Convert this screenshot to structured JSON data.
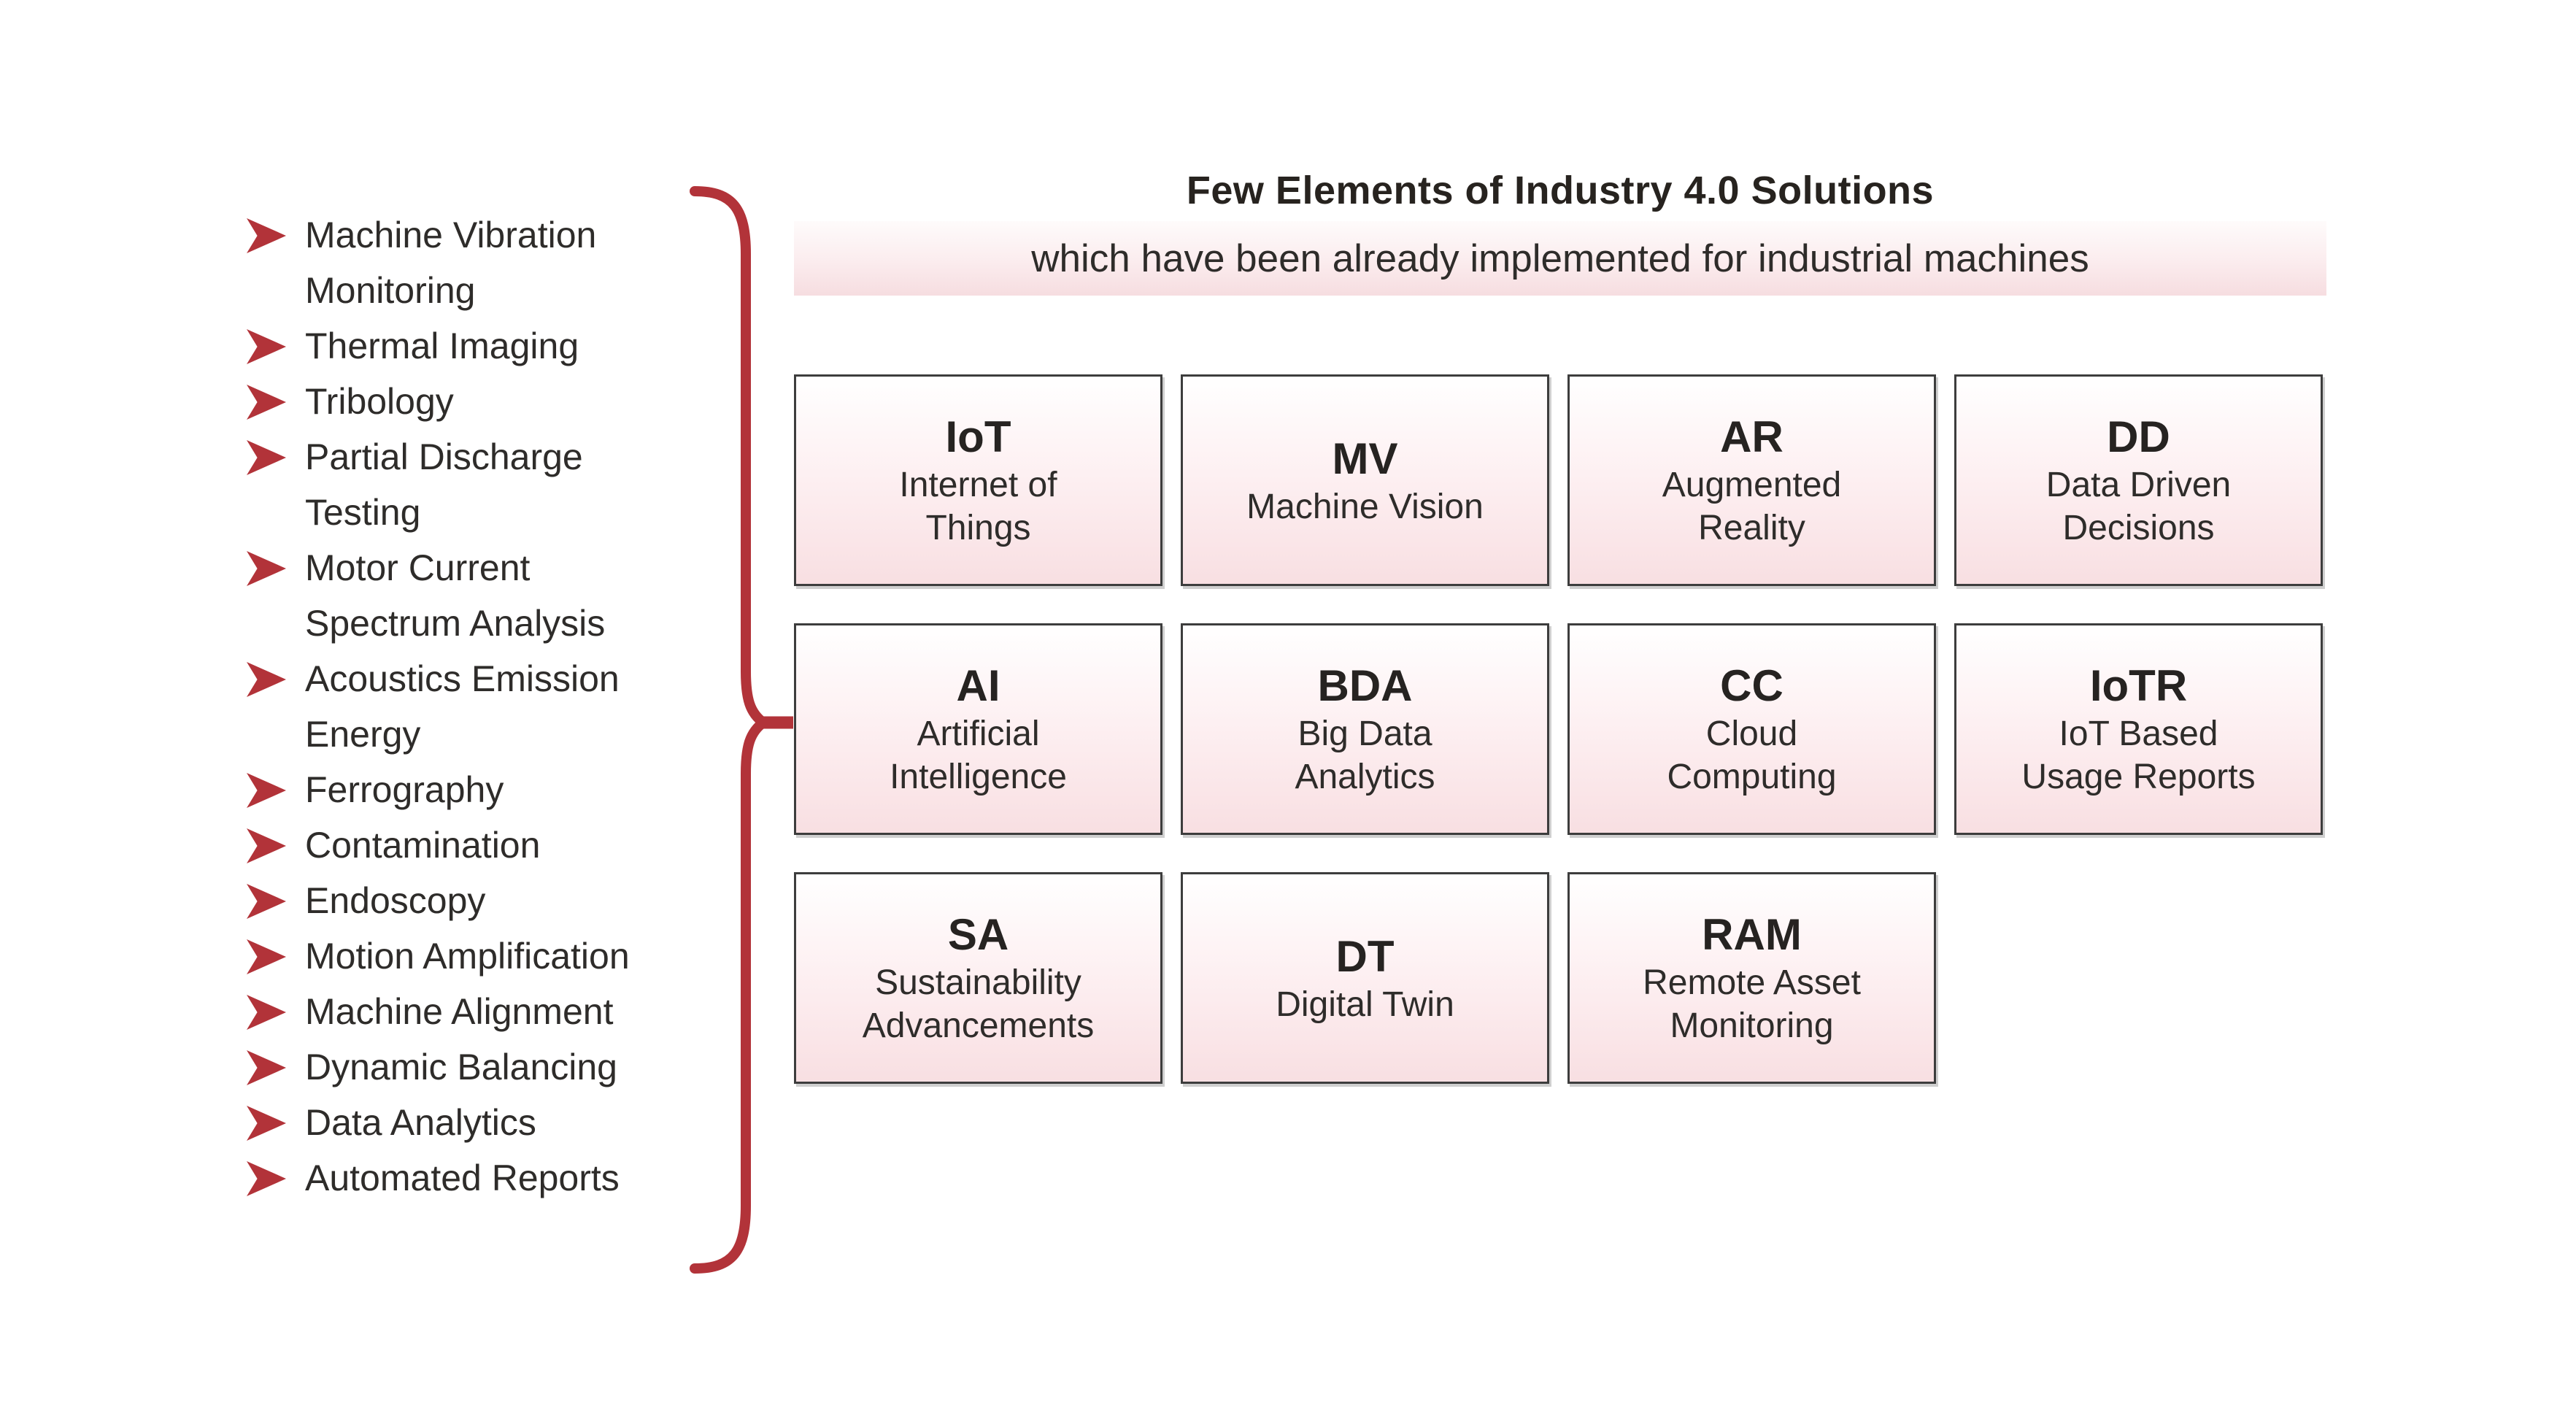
{
  "header": {
    "title": "Few Elements of Industry 4.0 Solutions",
    "subtitle": "which have been already implemented for industrial machines"
  },
  "techniques": {
    "items": [
      {
        "lines": [
          "Machine Vibration",
          "Monitoring"
        ]
      },
      {
        "lines": [
          "Thermal Imaging"
        ]
      },
      {
        "lines": [
          "Tribology"
        ]
      },
      {
        "lines": [
          "Partial Discharge",
          "Testing"
        ]
      },
      {
        "lines": [
          "Motor Current",
          "Spectrum Analysis"
        ]
      },
      {
        "lines": [
          "Acoustics Emission",
          "Energy"
        ]
      },
      {
        "lines": [
          "Ferrography"
        ]
      },
      {
        "lines": [
          "Contamination"
        ]
      },
      {
        "lines": [
          "Endoscopy"
        ]
      },
      {
        "lines": [
          "Motion Amplification"
        ]
      },
      {
        "lines": [
          "Machine Alignment"
        ]
      },
      {
        "lines": [
          "Dynamic Balancing"
        ]
      },
      {
        "lines": [
          "Data Analytics"
        ]
      },
      {
        "lines": [
          "Automated Reports"
        ]
      }
    ]
  },
  "solutions": {
    "cards": [
      {
        "acronym": "IoT",
        "name_lines": [
          "Internet of",
          "Things"
        ]
      },
      {
        "acronym": "MV",
        "name_lines": [
          "Machine Vision"
        ]
      },
      {
        "acronym": "AR",
        "name_lines": [
          "Augmented",
          "Reality"
        ]
      },
      {
        "acronym": "DD",
        "name_lines": [
          "Data Driven",
          "Decisions"
        ]
      },
      {
        "acronym": "AI",
        "name_lines": [
          "Artificial",
          "Intelligence"
        ]
      },
      {
        "acronym": "BDA",
        "name_lines": [
          "Big Data",
          "Analytics"
        ]
      },
      {
        "acronym": "CC",
        "name_lines": [
          "Cloud",
          "Computing"
        ]
      },
      {
        "acronym": "IoTR",
        "name_lines": [
          "IoT Based",
          "Usage Reports"
        ]
      },
      {
        "acronym": "SA",
        "name_lines": [
          "Sustainability",
          "Advancements"
        ]
      },
      {
        "acronym": "DT",
        "name_lines": [
          "Digital Twin"
        ]
      },
      {
        "acronym": "RAM",
        "name_lines": [
          "Remote Asset",
          "Monitoring"
        ]
      }
    ]
  },
  "colors": {
    "accent_red": "#b23339",
    "text_dark": "#2e2c2a",
    "card_border": "#3d3d3d",
    "card_pink": "#f8dfe2"
  },
  "icons": {
    "bullet": "arrowhead-right-icon",
    "brace": "curly-brace-icon"
  }
}
